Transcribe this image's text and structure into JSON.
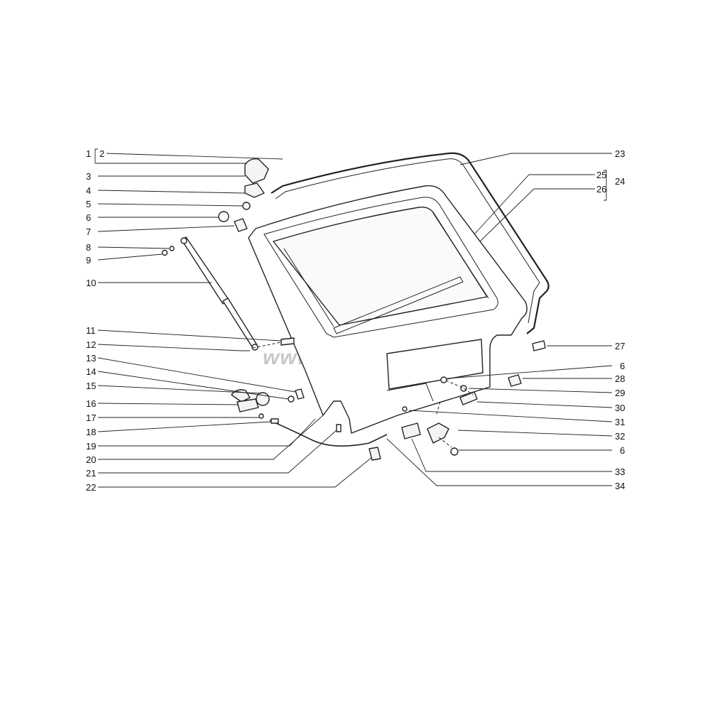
{
  "watermark": "www.lada24.sk",
  "colors": {
    "line": "#222222",
    "part_fill": "#f4f4f4",
    "watermark": "#c8c8c8"
  },
  "labels_left": [
    "1",
    "2",
    "3",
    "4",
    "5",
    "6",
    "7",
    "8",
    "9",
    "10",
    "11",
    "12",
    "13",
    "14",
    "15",
    "16",
    "17",
    "18",
    "19",
    "20",
    "21",
    "22"
  ],
  "labels_right": [
    "23",
    "25",
    "24",
    "26",
    "27",
    "6",
    "28",
    "29",
    "30",
    "31",
    "32",
    "6",
    "33",
    "34"
  ]
}
